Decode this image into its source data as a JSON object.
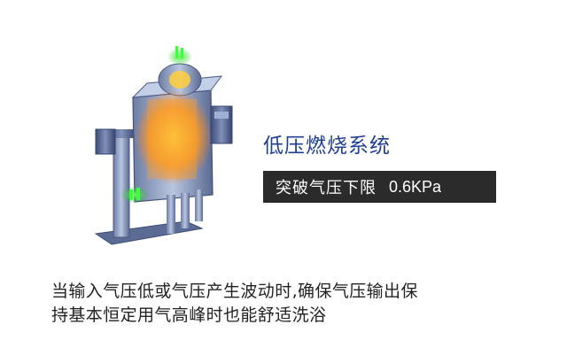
{
  "title": "低压燃烧系统",
  "spec": {
    "label": "突破气压下限",
    "value": "0.6KPa"
  },
  "description": {
    "line1": "当输入气压低或气压产生波动时,确保气压输出保",
    "line2": "持基本恒定用气高峰时也能舒适洗浴"
  },
  "colors": {
    "title": "#1e3f93",
    "spec_bar": "#2b2b2b",
    "body_text": "#222222"
  }
}
